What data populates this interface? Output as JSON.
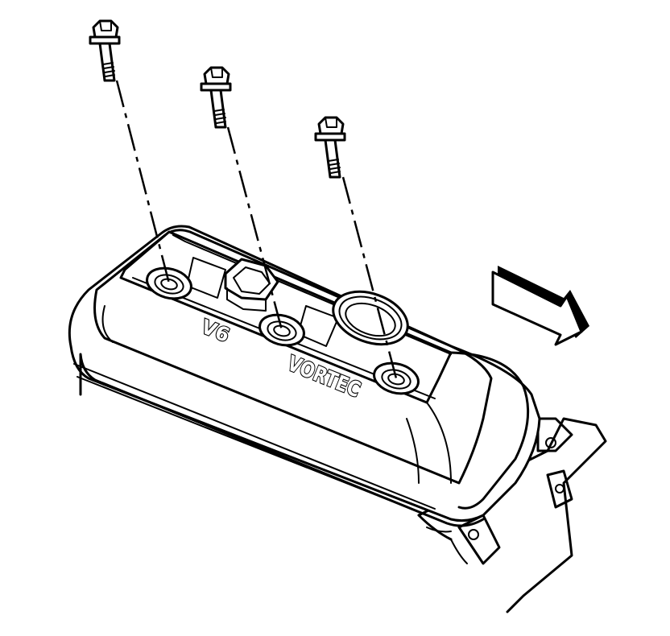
{
  "cover": {
    "emblem_left": "V6",
    "emblem_right": "VORTEC"
  },
  "bolts": [
    {
      "id": "left"
    },
    {
      "id": "center"
    },
    {
      "id": "right"
    }
  ],
  "direction_arrow": {
    "icon": "front-of-vehicle-arrow-icon"
  }
}
